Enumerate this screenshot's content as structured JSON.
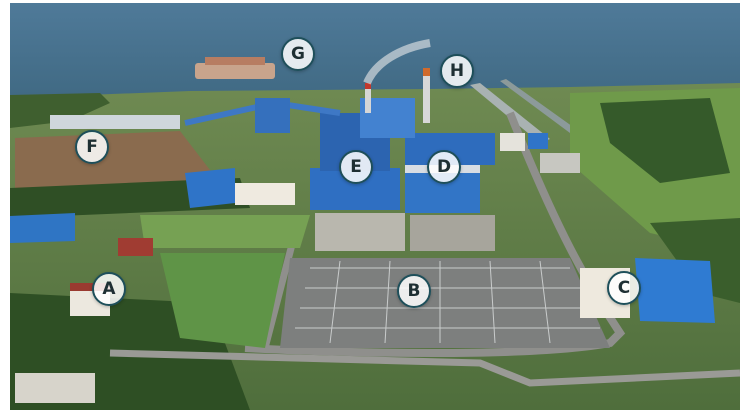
{
  "markers": [
    {
      "id": "G",
      "label": "G"
    },
    {
      "id": "H",
      "label": "H"
    },
    {
      "id": "F",
      "label": "F"
    },
    {
      "id": "E",
      "label": "E"
    },
    {
      "id": "D",
      "label": "D"
    },
    {
      "id": "A",
      "label": "A"
    },
    {
      "id": "B",
      "label": "B"
    },
    {
      "id": "C",
      "label": "C"
    }
  ]
}
